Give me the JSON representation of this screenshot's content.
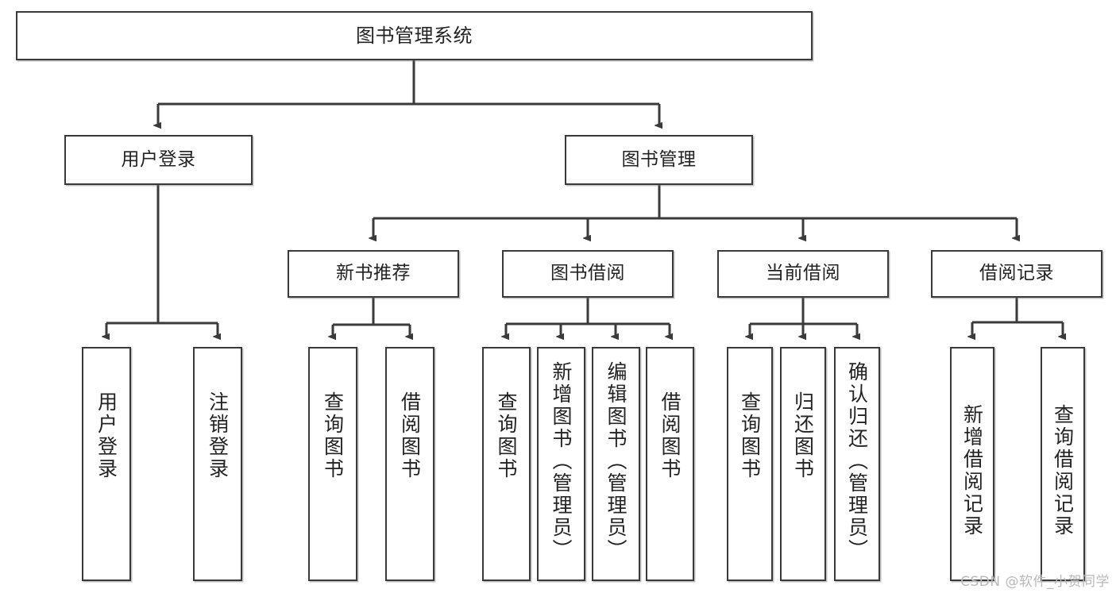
{
  "diagram": {
    "title": "图书管理系统",
    "type": "hierarchy-tree",
    "watermark": "CSDN @软件_小贺同学",
    "colors": {
      "box_border": "#3a3a3a",
      "box_fill": "#ffffff",
      "edge": "#3a3a3a",
      "text": "#232323",
      "watermark": "#b9b9b9"
    },
    "root": {
      "label": "图书管理系统"
    },
    "level1": [
      {
        "id": "user-login",
        "label": "用户登录"
      },
      {
        "id": "book-manage",
        "label": "图书管理"
      }
    ],
    "level2": [
      {
        "id": "new-book-recommend",
        "label": "新书推荐",
        "parent": "book-manage"
      },
      {
        "id": "book-borrow",
        "label": "图书借阅",
        "parent": "book-manage"
      },
      {
        "id": "current-borrow",
        "label": "当前借阅",
        "parent": "book-manage"
      },
      {
        "id": "borrow-record",
        "label": "借阅记录",
        "parent": "book-manage"
      }
    ],
    "leaves": {
      "user-login": [
        {
          "id": "leaf-user-login",
          "label": "用户登录"
        },
        {
          "id": "leaf-logout",
          "label": "注销登录"
        }
      ],
      "new-book-recommend": [
        {
          "id": "leaf-query-book-1",
          "label": "查询图书"
        },
        {
          "id": "leaf-borrow-book-1",
          "label": "借阅图书"
        }
      ],
      "book-borrow": [
        {
          "id": "leaf-query-book-2",
          "label": "查询图书"
        },
        {
          "id": "leaf-add-book",
          "label": "新增图书（管理员）"
        },
        {
          "id": "leaf-edit-book",
          "label": "编辑图书（管理员）"
        },
        {
          "id": "leaf-borrow-book-2",
          "label": "借阅图书"
        }
      ],
      "current-borrow": [
        {
          "id": "leaf-query-book-3",
          "label": "查询图书"
        },
        {
          "id": "leaf-return-book",
          "label": "归还图书"
        },
        {
          "id": "leaf-confirm-return",
          "label": "确认归还（管理员）"
        }
      ],
      "borrow-record": [
        {
          "id": "leaf-add-record",
          "label": "新增借阅记录"
        },
        {
          "id": "leaf-query-record",
          "label": "查询借阅记录"
        }
      ]
    }
  }
}
